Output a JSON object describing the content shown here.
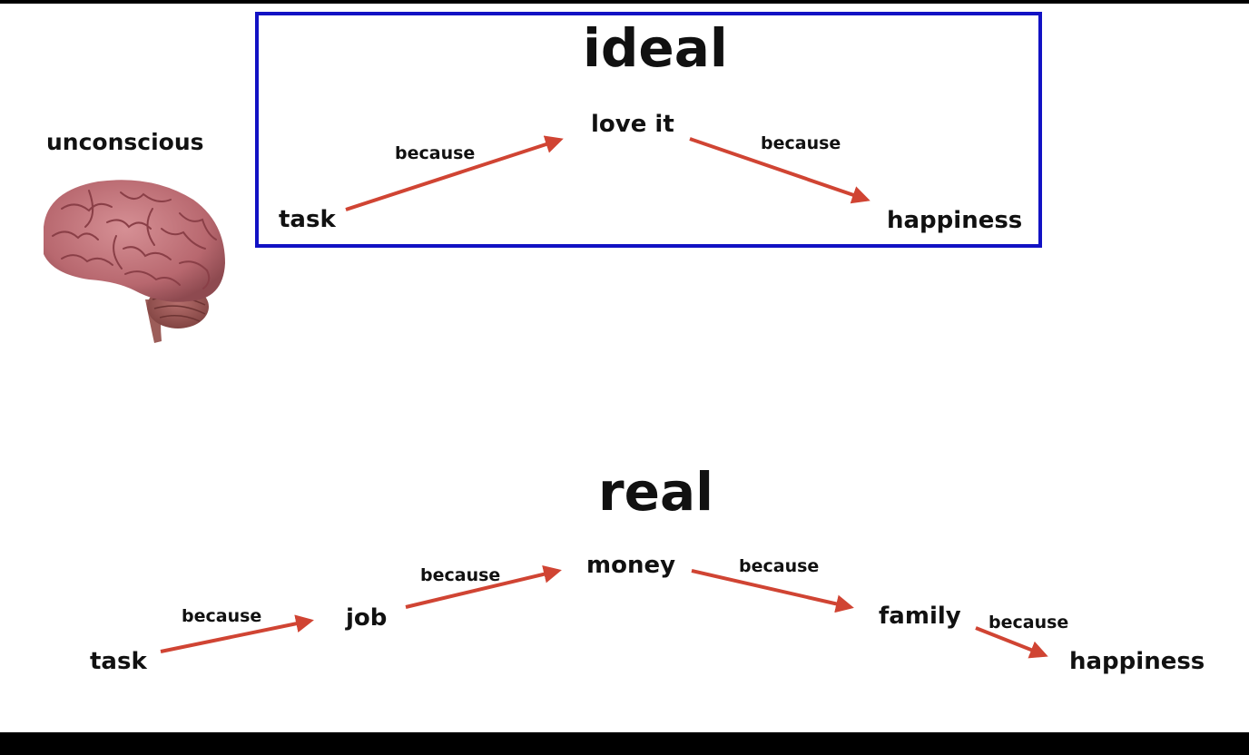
{
  "sidebar": {
    "label": "unconscious",
    "image_icon": "brain-icon"
  },
  "ideal": {
    "title": "ideal",
    "nodes": {
      "task": "task",
      "love_it": "love it",
      "happiness": "happiness"
    },
    "edges": {
      "task_to_love": "because",
      "love_to_happiness": "because"
    }
  },
  "real": {
    "title": "real",
    "nodes": {
      "task": "task",
      "job": "job",
      "money": "money",
      "family": "family",
      "happiness": "happiness"
    },
    "edges": {
      "task_to_job": "because",
      "job_to_money": "because",
      "money_to_family": "because",
      "family_to_happiness": "because"
    }
  },
  "colors": {
    "arrow": "#d04433",
    "box_border": "#1212c4",
    "text": "#111111",
    "letterbox": "#000000",
    "background": "#ffffff"
  }
}
